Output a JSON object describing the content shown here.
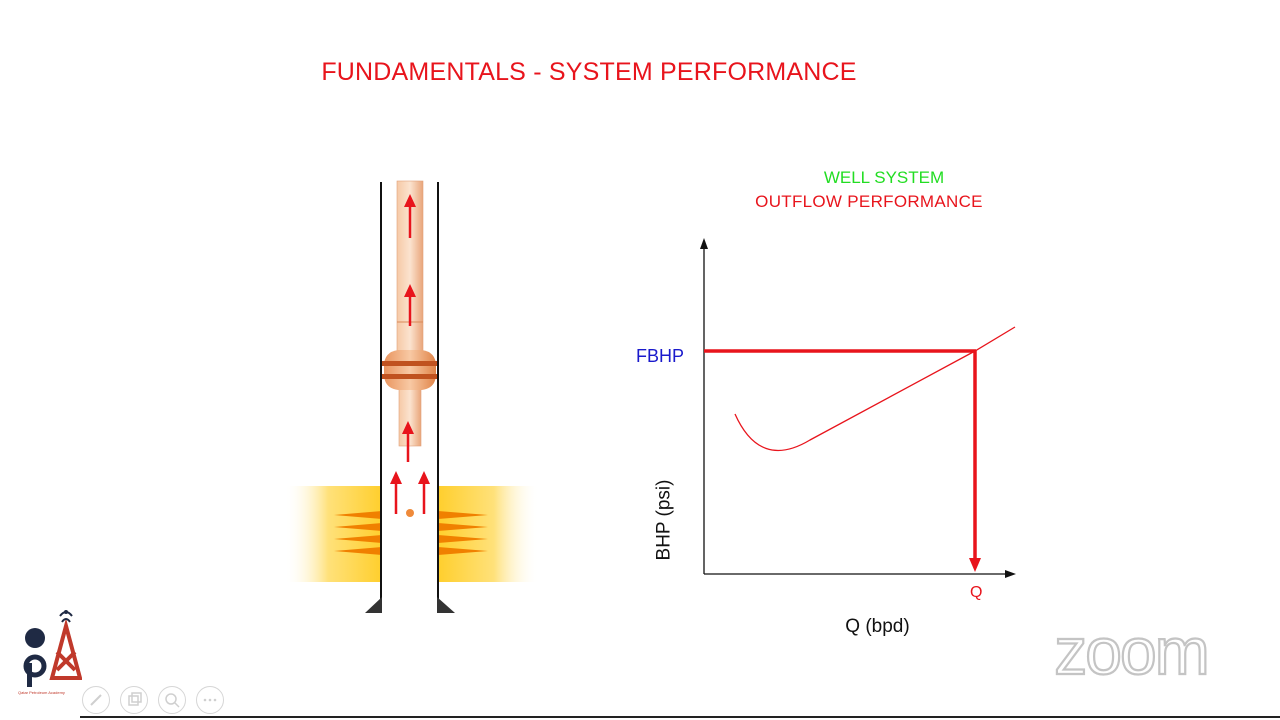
{
  "slide": {
    "title": "FUNDAMENTALS - SYSTEM PERFORMANCE"
  },
  "chart_titles": {
    "line1": "WELL SYSTEM",
    "line2": "OUTFLOW  PERFORMANCE"
  },
  "labels": {
    "fbhp": "FBHP",
    "q": "Q",
    "x_axis": "Q (bpd)",
    "y_axis": "BHP (psi)"
  },
  "watermark": {
    "text": "zoom"
  },
  "logo": {
    "caption": "Qatar Petroleum Academy"
  },
  "toolbar": {
    "icons": [
      "pencil-icon",
      "copy-icon",
      "magnifier-icon",
      "more-icon"
    ]
  },
  "colors": {
    "title_red": "#e8141c",
    "title_green": "#22dd22",
    "fbhp_blue": "#1a1acc",
    "tubing_orange": "#f4b183",
    "formation_yellow": "#ffd94a",
    "perforation_orange": "#f08000",
    "arrow_red": "#e8141c"
  }
}
